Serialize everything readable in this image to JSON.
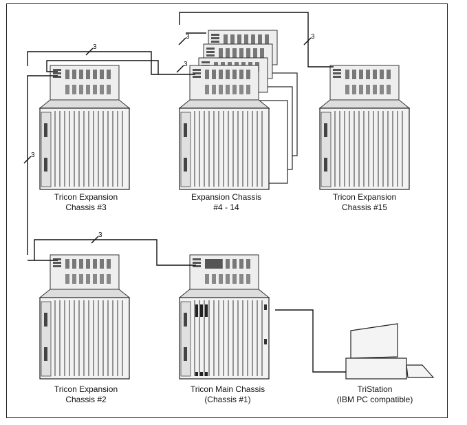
{
  "captions": {
    "chassis3": {
      "line1": "Tricon Expansion",
      "line2": "Chassis #3"
    },
    "chassis4_14": {
      "line1": "Expansion Chassis",
      "line2": "#4 - 14"
    },
    "chassis15": {
      "line1": "Tricon Expansion",
      "line2": "Chassis #15"
    },
    "chassis2": {
      "line1": "Tricon Expansion",
      "line2": "Chassis #2"
    },
    "chassis1": {
      "line1": "Tricon Main Chassis",
      "line2": "(Chassis #1)"
    },
    "tristation": {
      "line1": "TriStation",
      "line2": "(IBM PC compatible)"
    }
  },
  "bus_label": "3"
}
